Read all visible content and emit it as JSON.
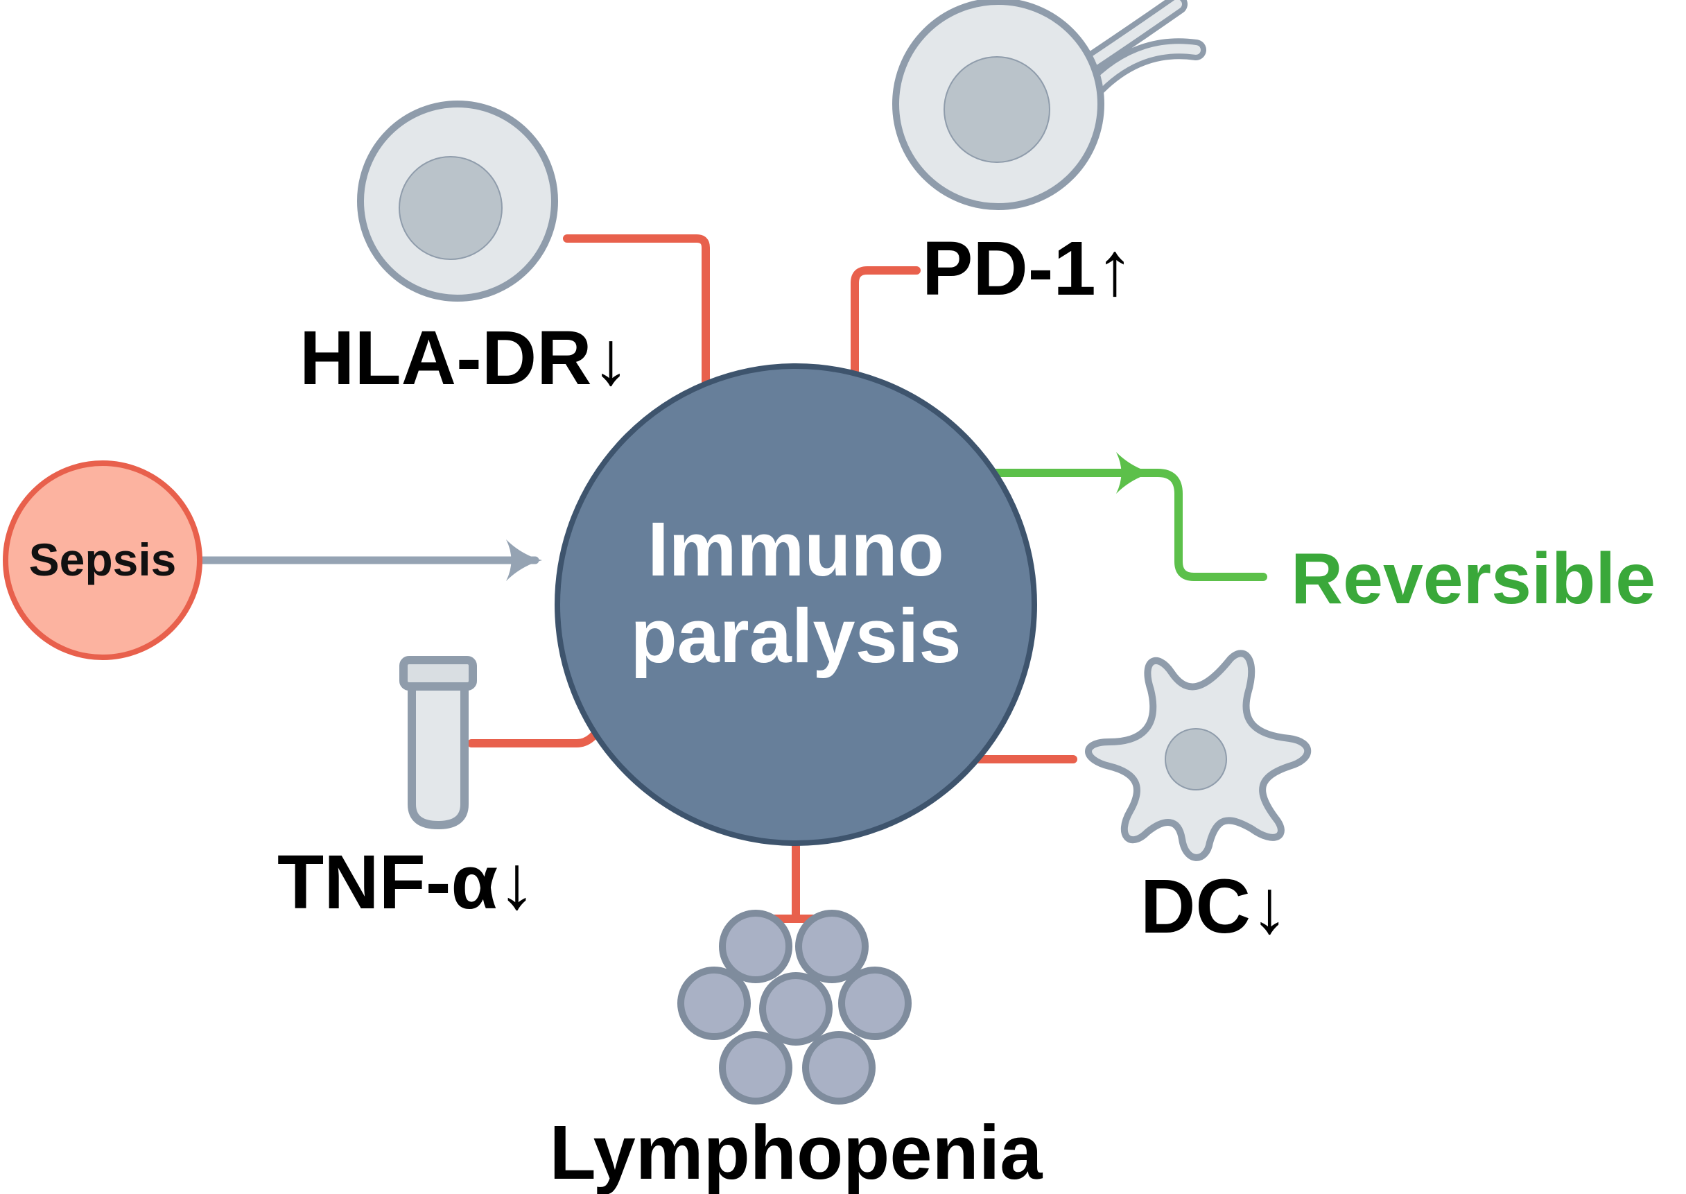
{
  "center": {
    "line1": "Immuno",
    "line2": "paralysis",
    "fill": "#677f9a",
    "stroke": "#3e546d"
  },
  "nodes": {
    "sepsis": {
      "label": "Sepsis",
      "fill": "#fcb3a0",
      "stroke": "#e8604c"
    },
    "hla_dr": {
      "label": "HLA-DR↓"
    },
    "pd1": {
      "label": "PD-1↑"
    },
    "reversible": {
      "label": "Reversible",
      "color": "#3aa83a"
    },
    "tnf": {
      "label": "TNF-α↓"
    },
    "dc": {
      "label": "DC↓"
    },
    "lymphopenia": {
      "label": "Lymphopenia"
    }
  },
  "colors": {
    "red_line": "#e8604c",
    "green_line": "#5cc04a",
    "gray_line": "#95a3b3",
    "cell_fill": "#e3e7ea",
    "cell_stroke": "#8f9cab",
    "nucleus_fill": "#bac3ca",
    "lymph_fill": "#a9b1c5",
    "lymph_stroke": "#7f8c9d"
  }
}
